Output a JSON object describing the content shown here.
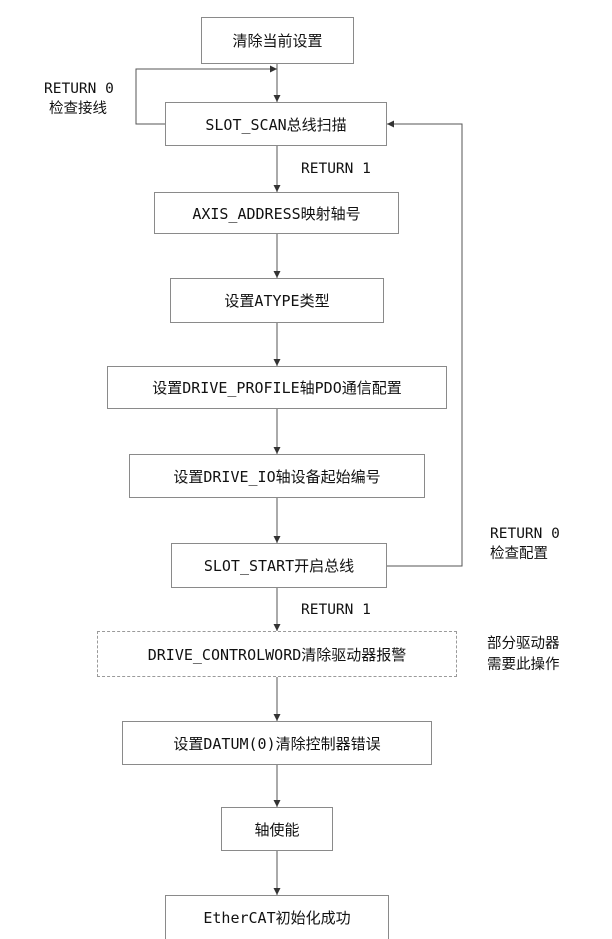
{
  "steps": {
    "clear": "清除当前设置",
    "slot_scan": "SLOT_SCAN总线扫描",
    "axis_address": "AXIS_ADDRESS映射轴号",
    "atype": "设置ATYPE类型",
    "drive_profile": "设置DRIVE_PROFILE轴PDO通信配置",
    "drive_io": "设置DRIVE_IO轴设备起始编号",
    "slot_start": "SLOT_START开启总线",
    "controlword": "DRIVE_CONTROLWORD清除驱动器报警",
    "datum": "设置DATUM(0)清除控制器错误",
    "axis_enable": "轴使能",
    "success": "EtherCAT初始化成功"
  },
  "labels": {
    "scan_fail_return": "RETURN 0",
    "scan_fail_action": "检查接线",
    "scan_ok_return": "RETURN 1",
    "start_fail_return": "RETURN 0",
    "start_fail_action": "检查配置",
    "start_ok_return": "RETURN 1",
    "note_line1": "部分驱动器",
    "note_line2": "需要此操作"
  }
}
